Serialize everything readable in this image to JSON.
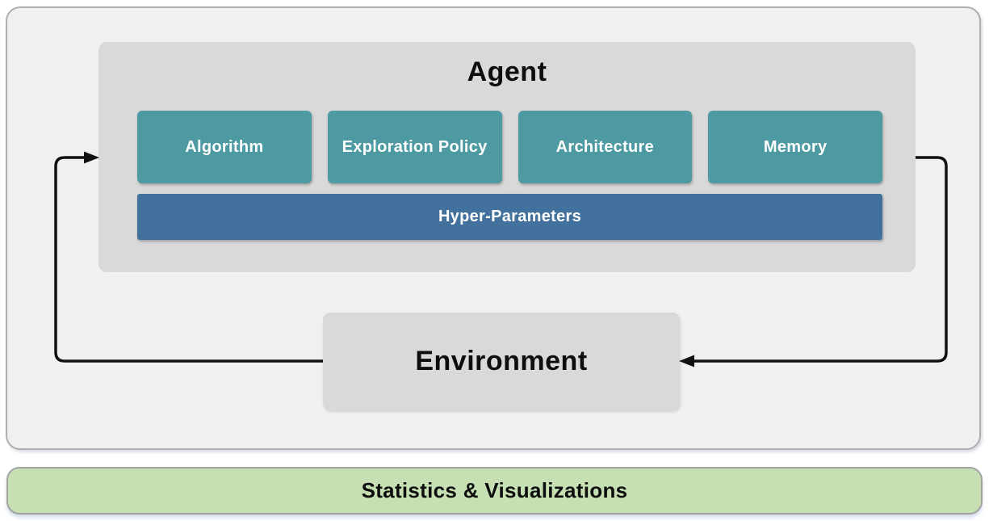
{
  "diagram": {
    "agent": {
      "title": "Agent",
      "modules": [
        {
          "label": "Algorithm"
        },
        {
          "label": "Exploration Policy"
        },
        {
          "label": "Architecture"
        },
        {
          "label": "Memory"
        }
      ],
      "hyper_parameters_label": "Hyper-Parameters"
    },
    "environment": {
      "title": "Environment"
    },
    "footer": {
      "label": "Statistics & Visualizations"
    },
    "arrows": [
      {
        "name": "environment-to-agent",
        "description": "loop from Environment left side up into Agent"
      },
      {
        "name": "agent-to-environment",
        "description": "loop from Agent right side down into Environment"
      }
    ],
    "colors": {
      "module_teal": "#4e9aa2",
      "hyper_parameters_blue": "#41719c",
      "box_gray": "#d9d9d9",
      "container_gray": "#f0f0f1",
      "footer_green": "#c6e0b4",
      "arrow_black": "#111111"
    }
  }
}
